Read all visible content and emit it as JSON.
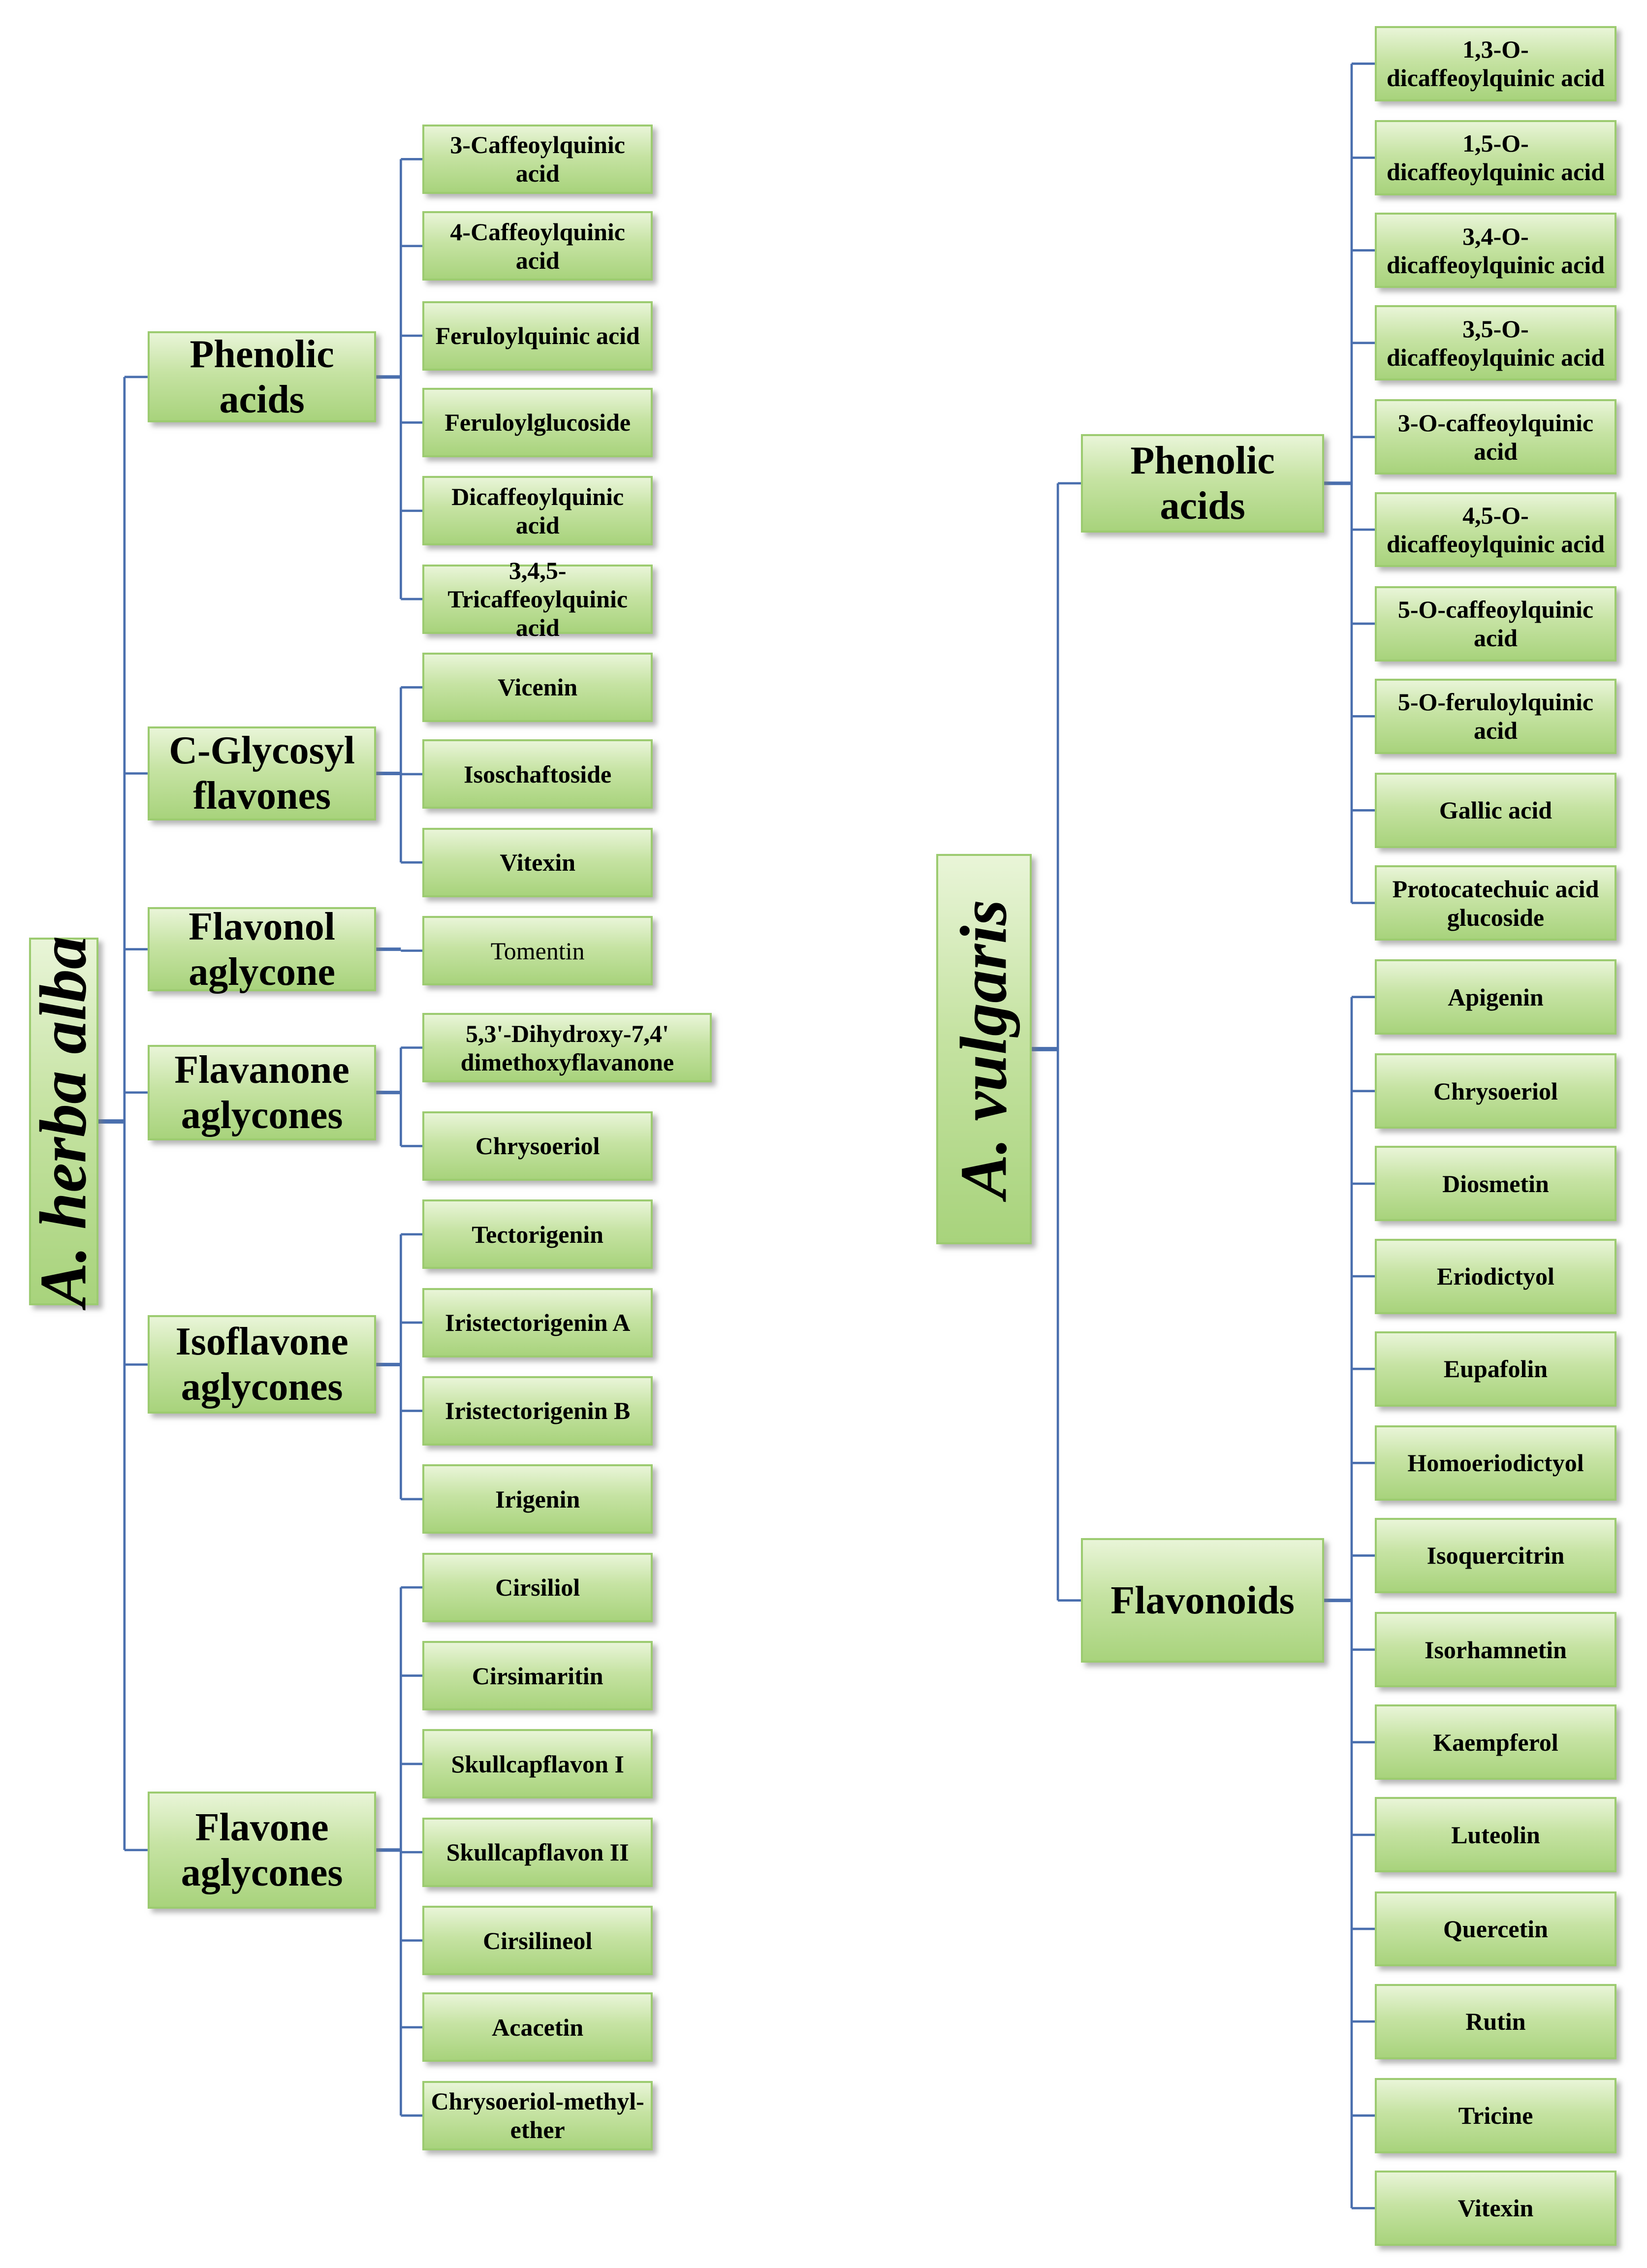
{
  "left": {
    "root": "A. herba alba",
    "groups": [
      {
        "label": "Phenolic acids",
        "items": [
          "3-Caffeoylquinic acid",
          "4-Caffeoylquinic acid",
          "Feruloylquinic acid",
          "Feruloylglucoside",
          "Dicaffeoylquinic acid",
          "3,4,5-Tricaffeoylquinic acid"
        ]
      },
      {
        "label": "C-Glycosyl flavones",
        "items": [
          "Vicenin",
          "Isoschaftoside",
          "Vitexin"
        ]
      },
      {
        "label": "Flavonol aglycone",
        "items": [
          "Tomentin"
        ]
      },
      {
        "label": "Flavanone aglycones",
        "items": [
          "5,3'-Dihydroxy-7,4' dimethoxyflavanone",
          "Chrysoeriol"
        ]
      },
      {
        "label": "Isoflavone aglycones",
        "items": [
          "Tectorigenin",
          "Iristectorigenin A",
          "Iristectorigenin B",
          "Irigenin"
        ]
      },
      {
        "label": "Flavone aglycones",
        "items": [
          "Cirsiliol",
          "Cirsimaritin",
          "Skullcapflavon I",
          "Skullcapflavon II",
          "Cirsilineol",
          "Acacetin",
          "Chrysoeriol-methyl-ether"
        ]
      }
    ]
  },
  "right": {
    "root": "A. vulgaris",
    "groups": [
      {
        "label": "Phenolic acids",
        "items": [
          "1,3-O-dicaffeoylquinic acid",
          "1,5-O-dicaffeoylquinic acid",
          "3,4-O-dicaffeoylquinic acid",
          "3,5-O-dicaffeoylquinic acid",
          "3-O-caffeoylquinic acid",
          "4,5-O-dicaffeoylquinic acid",
          "5-O-caffeoylquinic acid",
          "5-O-feruloylquinic acid",
          "Gallic acid",
          "Protocatechuic acid glucoside"
        ]
      },
      {
        "label": "Flavonoids",
        "items": [
          "Apigenin",
          "Chrysoeriol",
          "Diosmetin",
          "Eriodictyol",
          "Eupafolin",
          "Homoeriodictyol",
          "Isoquercitrin",
          "Isorhamnetin",
          "Kaempferol",
          "Luteolin",
          "Quercetin",
          "Rutin",
          "Tricine",
          "Vitexin"
        ]
      }
    ]
  },
  "colors": {
    "line": "#4a6fae",
    "box_top": "#e9f5d8",
    "box_bottom": "#a8d37c",
    "box_border": "#9ccb70"
  }
}
